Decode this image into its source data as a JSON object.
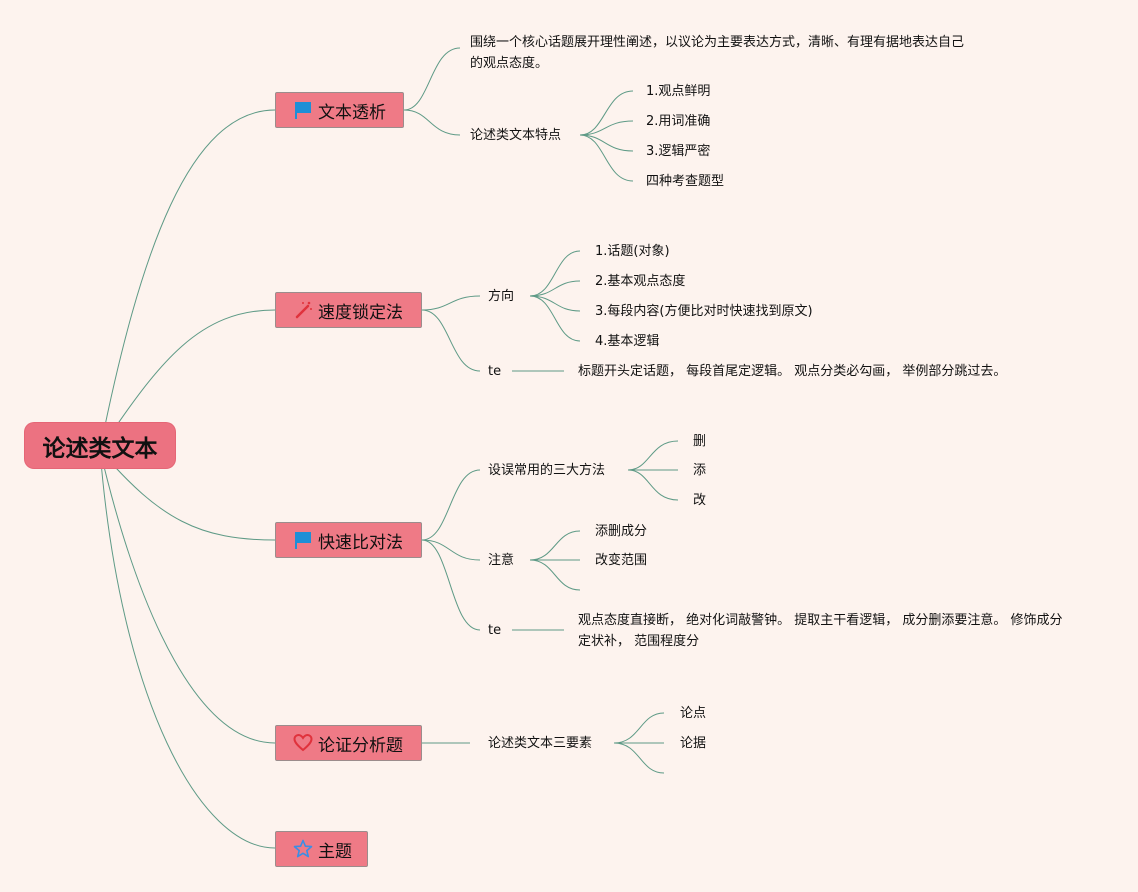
{
  "root": {
    "label": "论述类文本"
  },
  "branches": [
    {
      "label": "文本透析",
      "icon": "flag-icon",
      "items": {
        "definition": "围绕一个核心话题展开理性阐述，以议论为主要表达方式，清晰、有理有据地表达自己的观点态度。",
        "features_label": "论述类文本特点",
        "features": [
          "1.观点鲜明",
          "2.用词准确",
          "3.逻辑严密",
          "四种考查题型"
        ]
      }
    },
    {
      "label": "速度锁定法",
      "icon": "magic-wand-icon",
      "items": {
        "direction_label": "方向",
        "direction": [
          "1.话题(对象)",
          "2.基本观点态度",
          "3.每段内容(方便比对时快速找到原文)",
          "4.基本逻辑"
        ],
        "te_label": "te",
        "te_note": "标题开头定话题， 每段首尾定逻辑。 观点分类必勾画， 举例部分跳过去。"
      }
    },
    {
      "label": "快速比对法",
      "icon": "flag-icon",
      "items": {
        "methods_label": "设误常用的三大方法",
        "methods": [
          "删",
          "添",
          "改"
        ],
        "notes_label": "注意",
        "notes": [
          "添删成分",
          "改变范围",
          ""
        ],
        "te_label": "te",
        "te_note": "观点态度直接断， 绝对化词敲警钟。 提取主干看逻辑， 成分删添要注意。 修饰成分定状补， 范围程度分"
      }
    },
    {
      "label": "论证分析题",
      "icon": "heart-icon",
      "items": {
        "elements_label": "论述类文本三要素",
        "elements": [
          "论点",
          "论据",
          ""
        ]
      }
    },
    {
      "label": "主题",
      "icon": "star-icon",
      "items": {}
    }
  ],
  "colors": {
    "background": "#fdf3ee",
    "node_fill": "#ef7a86",
    "connector": "#5e9a86",
    "flag": "#1e8fd6",
    "wand": "#e0323c",
    "heart": "#e0323c",
    "star": "#3a8ee6"
  }
}
